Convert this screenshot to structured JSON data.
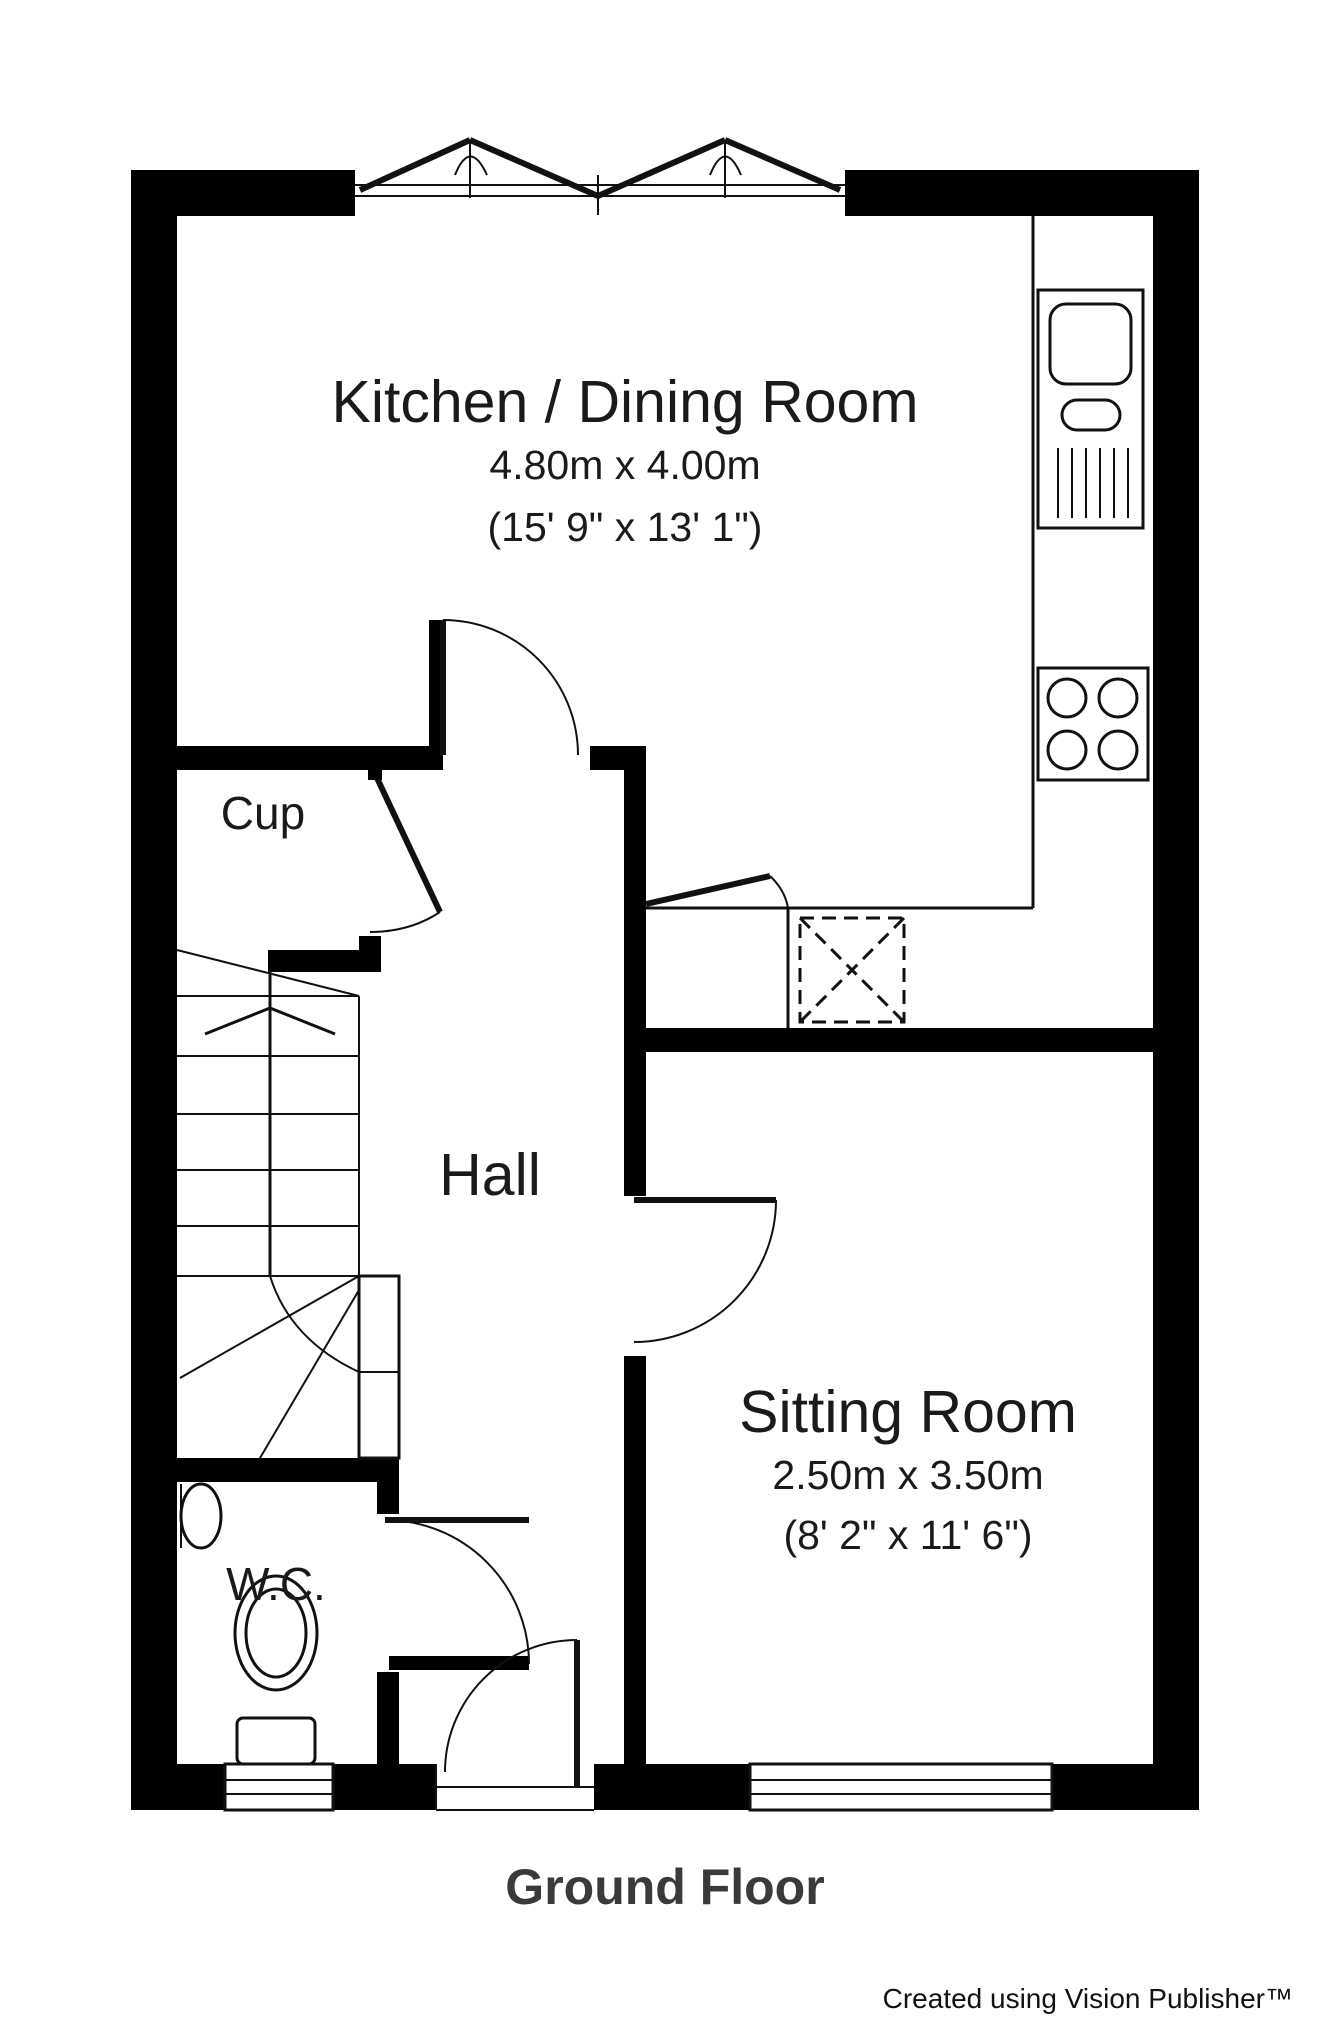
{
  "rooms": {
    "kitchen": {
      "name": "Kitchen / Dining Room",
      "metric": "4.80m x 4.00m",
      "imperial": "(15' 9\" x 13' 1\")"
    },
    "cupboard": {
      "name": "Cup"
    },
    "hall": {
      "name": "Hall"
    },
    "sitting": {
      "name": "Sitting Room",
      "metric": "2.50m x 3.50m",
      "imperial": "(8' 2\" x 11' 6\")"
    },
    "wc": {
      "name": "W.C."
    }
  },
  "floor_title": "Ground Floor",
  "credit": "Created using Vision Publisher™"
}
